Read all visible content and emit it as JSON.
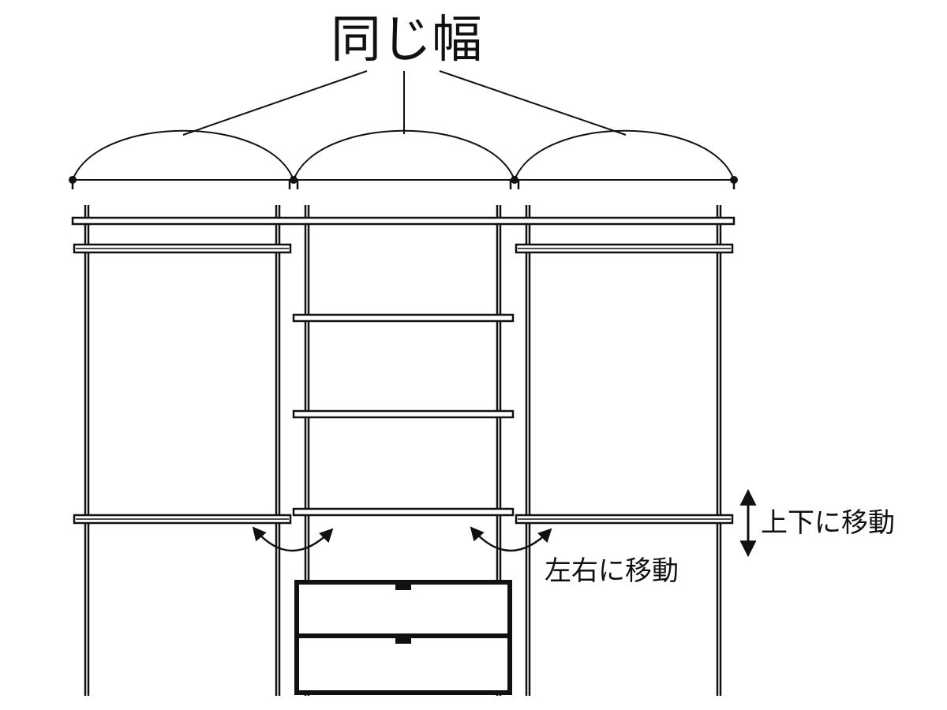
{
  "labels": {
    "title": "同じ幅",
    "vertical_move": "上下に移動",
    "horizontal_move": "左右に移動"
  },
  "colors": {
    "line": "#111111",
    "background": "#ffffff"
  },
  "icons": {
    "vertical_arrow": "double-headed-vertical-arrow-icon",
    "curved_arrow": "curved-double-arrow-icon"
  }
}
